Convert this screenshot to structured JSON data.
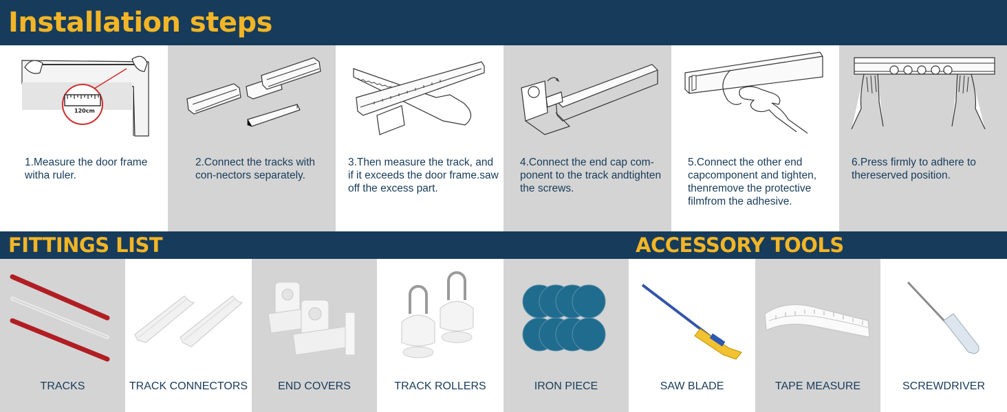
{
  "header": {
    "title": "Installation steps"
  },
  "steps": [
    {
      "text": "1.Measure the door frame witha ruler.",
      "ruler_label": "120cm"
    },
    {
      "text": "2.Connect the tracks with con-nectors separately."
    },
    {
      "text": "3.Then measure the track, and if it exceeds the door frame.saw off the excess part."
    },
    {
      "text": "4.Connect the end cap com-ponent to the track andtighten the screws."
    },
    {
      "text": "5.Connect the other end capcomponent and tighten, thenremove the protective filmfrom the adhesive."
    },
    {
      "text": "6.Press firmly to adhere to thereserved position."
    }
  ],
  "fittings": {
    "title": "FITTINGS LIST",
    "items": [
      {
        "label": "TRACKS"
      },
      {
        "label": "TRACK CONNECTORS"
      },
      {
        "label": "END COVERS"
      },
      {
        "label": "TRACK ROLLERS"
      },
      {
        "label": "IRON PIECE"
      }
    ]
  },
  "accessories": {
    "title": "ACCESSORY TOOLS",
    "items": [
      {
        "label": "SAW BLADE"
      },
      {
        "label": "TAPE MEASURE"
      },
      {
        "label": "SCREWDRIVER"
      }
    ]
  },
  "colors": {
    "banner": "#173b5a",
    "title_accent": "#f2b526",
    "panel_grey": "#d4d4d4",
    "text": "#173b5a",
    "track_red": "#b01e23",
    "iron_blue": "#1f6c8f"
  }
}
